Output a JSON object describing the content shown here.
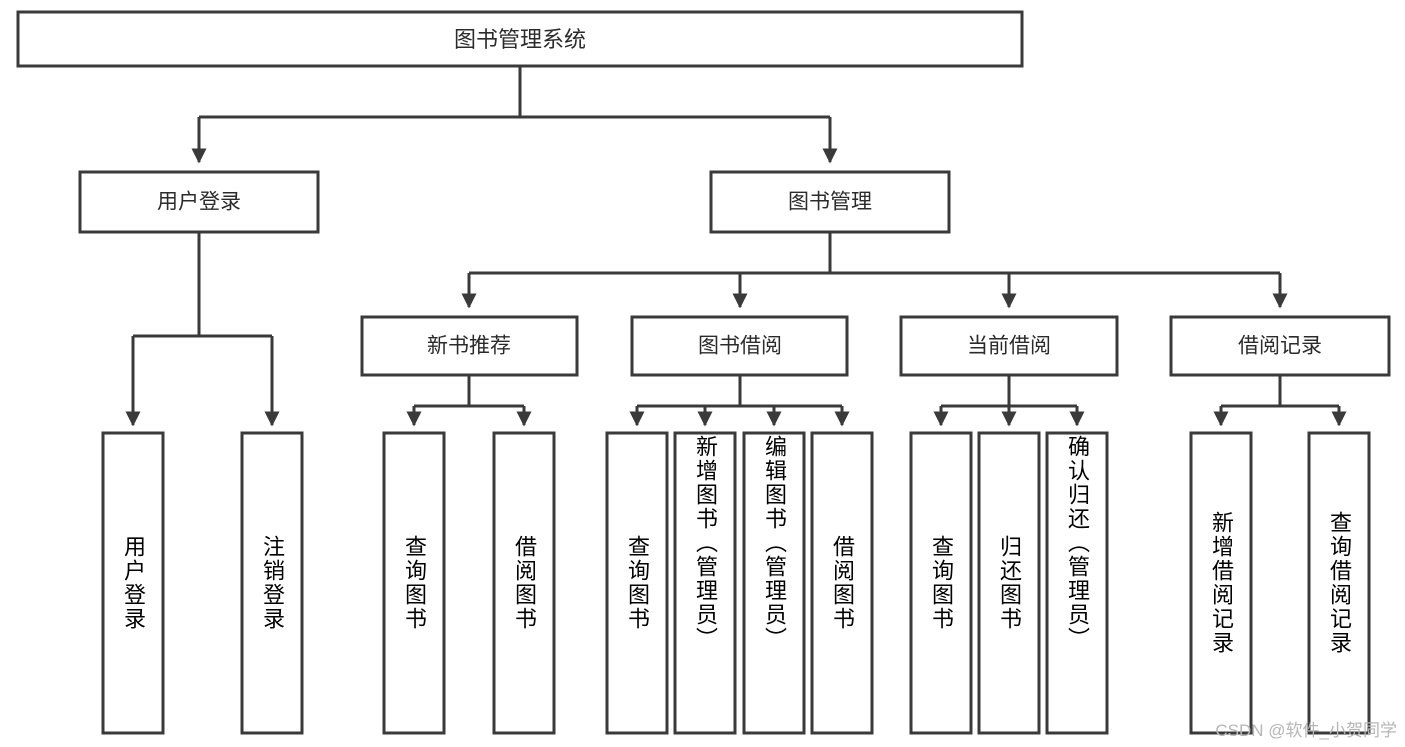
{
  "diagram": {
    "kind": "tree-hierarchy-chart",
    "title": "图书管理系统",
    "watermark": "CSDN @软件_小贺同学",
    "colors": {
      "background": "#ffffff",
      "stroke": "#3a3a3a",
      "text": "#2b2b2b",
      "watermark": "#b6b6b6"
    },
    "root": {
      "label": "图书管理系统"
    },
    "level2": [
      {
        "label": "用户登录"
      },
      {
        "label": "图书管理"
      }
    ],
    "level3": [
      {
        "label": "新书推荐"
      },
      {
        "label": "图书借阅"
      },
      {
        "label": "当前借阅"
      },
      {
        "label": "借阅记录"
      }
    ],
    "leaves": {
      "user_login": [
        {
          "label": "用户登录"
        },
        {
          "label": "注销登录"
        }
      ],
      "new_book_recommend": [
        {
          "label": "查询图书"
        },
        {
          "label": "借阅图书"
        }
      ],
      "book_borrow": [
        {
          "label": "查询图书"
        },
        {
          "label": "新增图书（管理员）"
        },
        {
          "label": "编辑图书（管理员）"
        },
        {
          "label": "借阅图书"
        }
      ],
      "current_borrow": [
        {
          "label": "查询图书"
        },
        {
          "label": "归还图书"
        },
        {
          "label": "确认归还（管理员）"
        }
      ],
      "borrow_record": [
        {
          "label": "新增借阅记录"
        },
        {
          "label": "查询借阅记录"
        }
      ]
    }
  }
}
